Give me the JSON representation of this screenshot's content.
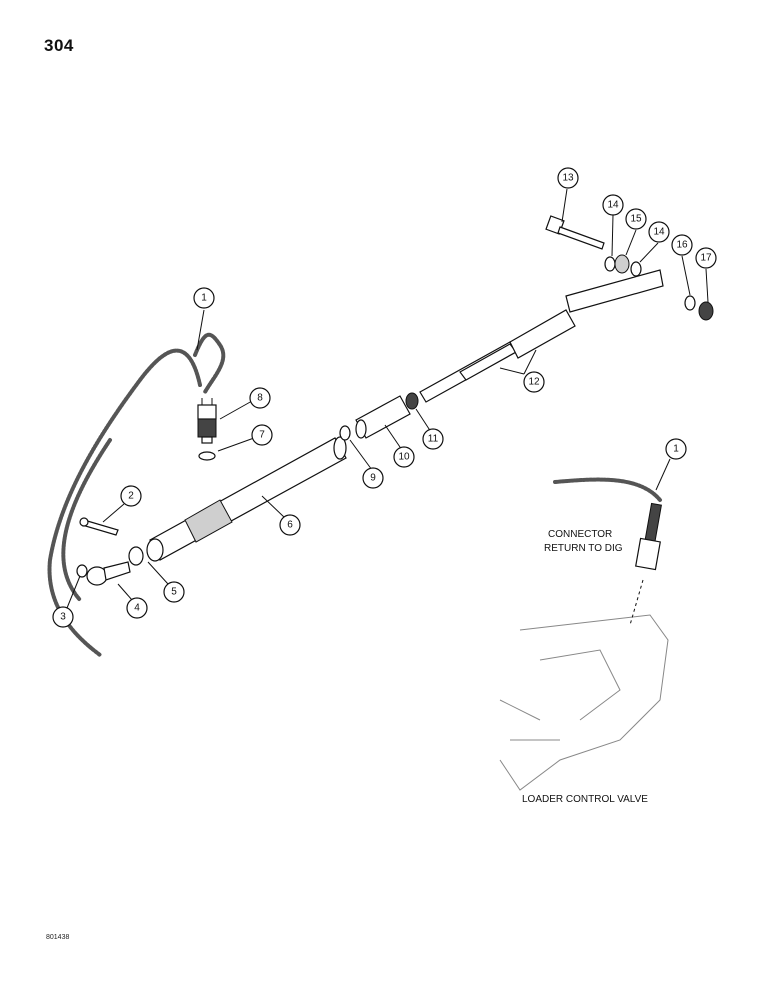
{
  "page_number": "304",
  "reference_code": "801438",
  "labels": {
    "connector_line1": "CONNECTOR",
    "connector_line2": "RETURN TO DIG",
    "valve": "LOADER CONTROL VALVE"
  },
  "callouts": [
    "1",
    "2",
    "3",
    "4",
    "5",
    "6",
    "7",
    "8",
    "9",
    "10",
    "11",
    "12",
    "13",
    "14",
    "15",
    "14",
    "16",
    "17",
    "1"
  ]
}
